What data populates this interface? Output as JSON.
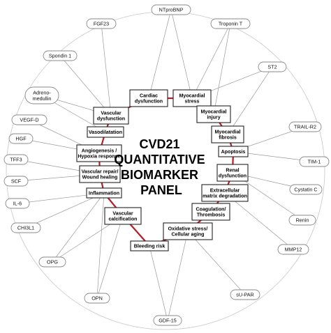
{
  "title": [
    "CVD21",
    "QUANTITATIVE",
    "BIOMARKER",
    "PANEL"
  ],
  "biomarkers": [
    [
      "NTproBNP"
    ],
    [
      "FGF23"
    ],
    [
      "Troponin T"
    ],
    [
      "Spondin 1"
    ],
    [
      "ST2"
    ],
    [
      "Adreno-",
      "medullin"
    ],
    [
      "VEGF-D"
    ],
    [
      "TRAIL-R2"
    ],
    [
      "HGF"
    ],
    [
      "TFF3"
    ],
    [
      "TIM-1"
    ],
    [
      "SCF"
    ],
    [
      "Cystatin C"
    ],
    [
      "IL-6"
    ],
    [
      "CHI3L1"
    ],
    [
      "Renin"
    ],
    [
      "OPG"
    ],
    [
      "MMP12"
    ],
    [
      "OPN"
    ],
    [
      "sU-PAR"
    ],
    [
      "GDF-15"
    ]
  ],
  "processes": [
    [
      "Cardiac",
      "dysfunction"
    ],
    [
      "Myocardial",
      "stress"
    ],
    [
      "Myocardial",
      "injury"
    ],
    [
      "Myocardial",
      "fibrosis"
    ],
    [
      "Apoptosis"
    ],
    [
      "Renal",
      "dysfunction"
    ],
    [
      "Extracellular",
      "matrix degradation"
    ],
    [
      "Coagulation/",
      "Thrombosis"
    ],
    [
      "Oxidative stress/",
      "Cellular aging"
    ],
    [
      "Bleeding risk"
    ],
    [
      "Vascular",
      "calcification"
    ],
    [
      "Inflammation"
    ],
    [
      "Vascular repair/",
      "Wound healing"
    ],
    [
      "Angiogenesis /",
      "Hypoxia response"
    ],
    [
      "Vasodilatation"
    ],
    [
      "Vascular",
      "dysfunction"
    ]
  ],
  "links": [
    [
      0,
      0
    ],
    [
      0,
      1
    ],
    [
      1,
      15
    ],
    [
      2,
      1
    ],
    [
      2,
      2
    ],
    [
      3,
      15
    ],
    [
      4,
      1
    ],
    [
      4,
      3
    ],
    [
      5,
      14
    ],
    [
      5,
      15
    ],
    [
      6,
      13
    ],
    [
      7,
      4
    ],
    [
      8,
      13
    ],
    [
      9,
      12
    ],
    [
      10,
      4
    ],
    [
      11,
      12
    ],
    [
      12,
      5
    ],
    [
      13,
      11
    ],
    [
      14,
      11
    ],
    [
      15,
      5
    ],
    [
      16,
      10
    ],
    [
      16,
      11
    ],
    [
      17,
      6
    ],
    [
      18,
      10
    ],
    [
      18,
      11
    ],
    [
      19,
      8
    ],
    [
      20,
      8
    ],
    [
      20,
      9
    ]
  ]
}
